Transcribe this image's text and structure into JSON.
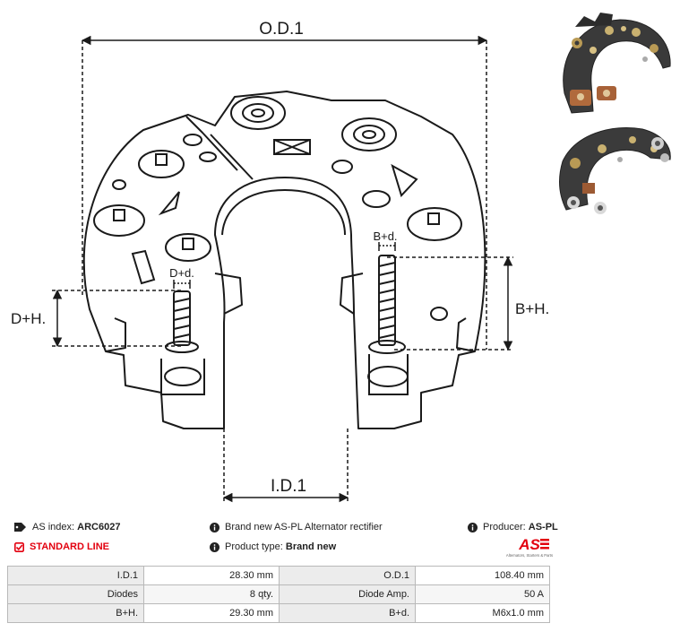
{
  "drawing": {
    "labels": {
      "od1": "O.D.1",
      "id1": "I.D.1",
      "dh": "D+H.",
      "bh": "B+H.",
      "dd": "D+d.",
      "bd": "B+d."
    }
  },
  "info": {
    "as_index_label": "AS index:",
    "as_index_value": "ARC6027",
    "line": "STANDARD LINE",
    "description": "Brand new AS-PL Alternator rectifier",
    "product_type_label": "Product type:",
    "product_type_value": "Brand new",
    "producer_label": "Producer:",
    "producer_value": "AS-PL",
    "logo_text": "AS",
    "logo_tagline": "Alternators, Starters & Parts"
  },
  "specs": [
    [
      "I.D.1",
      "28.30 mm",
      "O.D.1",
      "108.40 mm"
    ],
    [
      "Diodes",
      "8 qty.",
      "Diode Amp.",
      "50 A"
    ],
    [
      "B+H.",
      "29.30 mm",
      "B+d.",
      "M6x1.0 mm"
    ]
  ],
  "colors": {
    "accent": "#e3000f",
    "line": "#1a1a1a"
  }
}
